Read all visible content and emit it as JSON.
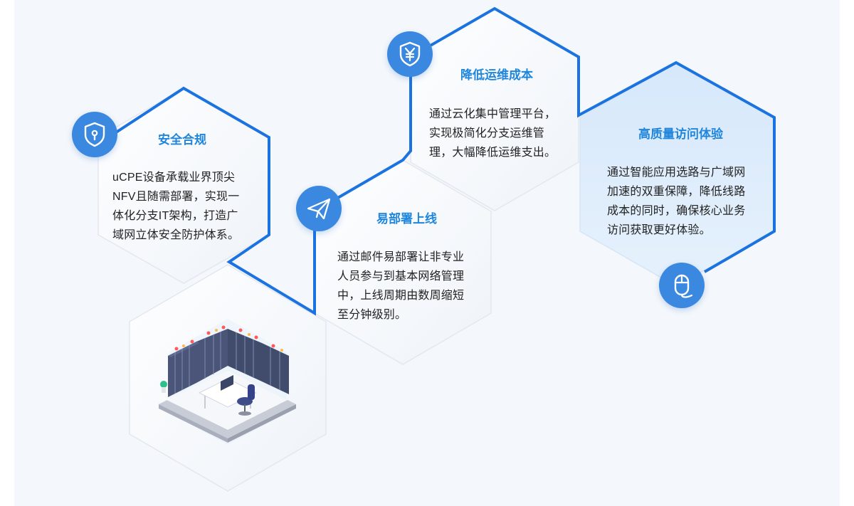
{
  "features": [
    {
      "id": "security",
      "icon": "shield-lock-icon",
      "title": "安全合规",
      "description": "uCPE设备承载业界顶尖\nNFV且随需部署，实现一\n体化分支IT架构，打造广\n域网立体安全防护体系。"
    },
    {
      "id": "deploy",
      "icon": "paper-plane-icon",
      "title": "易部署上线",
      "description": "通过邮件易部署让非专业\n人员参与到基本网络管理\n中，上线周期由数周缩短\n至分钟级别。"
    },
    {
      "id": "cost",
      "icon": "yen-shield-icon",
      "title": "降低运维成本",
      "description": "通过云化集中管理平台，\n实现极简化分支运维管\n理，大幅降低运维支出。"
    },
    {
      "id": "experience",
      "icon": "mouse-icon",
      "title": "高质量访问体验",
      "description": "通过智能应用选路与广域网\n加速的双重保障，降低线路\n成本的同时，确保核心业务\n访问获取更好体验。"
    }
  ],
  "colors": {
    "accent": "#1f86dc",
    "line": "#1a73e0",
    "icon_bg": "#3b88e0",
    "panel_bg": "#f4f7fb",
    "highlight_hex": "#dcebfb"
  },
  "illustration": "server-room-illustration"
}
